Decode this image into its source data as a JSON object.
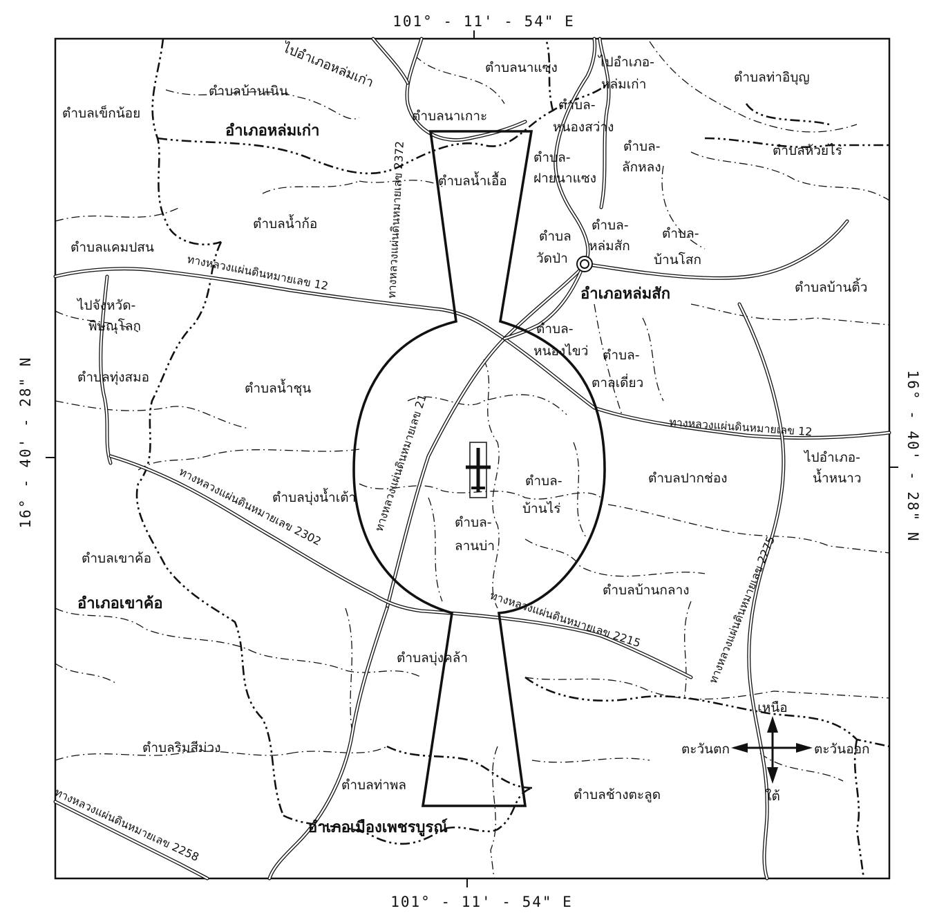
{
  "coordinates": {
    "top": "101° - 11' - 54\" E",
    "bottom": "101° - 11' - 54\" E",
    "left": "16° - 40' - 28\" N",
    "right": "16° - 40' - 28\" N"
  },
  "districts": {
    "lom_kao": "อำเภอหล่มเก่า",
    "lom_sak": "อำเภอหล่มสัก",
    "khao_kho": "อำเภอเขาค้อ",
    "mueang": "อำเภอเมืองเพชรบูรณ์"
  },
  "subdistricts": {
    "na_saeng": "ตำบลนาแซง",
    "tha_ibun": "ตำบลท่าอิบุญ",
    "ban_noen": "ตำบลบ้านเนิน",
    "sak_noi": "ตำบลเข็กน้อย",
    "na_ko": "ตำบลนาเกาะ",
    "nong_sawang_1": "ตำบล-",
    "nong_sawang_2": "หนองสว่าง",
    "huai_rai": "ตำบลห้วยไร่",
    "sak_long_1": "ตำบล-",
    "sak_long_2": "ลักหลง",
    "fai_na_saeng_1": "ตำบล-",
    "fai_na_saeng_2": "ฝายนาแซง",
    "nam_ue": "ตำบลน้ำเอื้อ",
    "nam_ko": "ตำบลน้ำก้อ",
    "khaem_son": "ตำบลแคมปสน",
    "wat_pa_1": "ตำบล",
    "wat_pa_2": "วัดป่า",
    "lom_sak_t_1": "ตำบล-",
    "lom_sak_t_2": "หล่มสัก",
    "ban_klok_1": "ตำบล-",
    "ban_klok_2": "บ้านโสก",
    "ban_tio": "ตำบลบ้านติ้ว",
    "nong_khwai_1": "ตำบล-",
    "nong_khwai_2": "หนองไขว่",
    "tan_diao_1": "ตำบล-",
    "tan_diao_2": "ตาลเดี่ยว",
    "thung_samo": "ตำบลทุ่งสมอ",
    "nam_chun": "ตำบลน้ำชุน",
    "pak_chong": "ตำบลปากช่อง",
    "ban_rai_1": "ตำบล-",
    "ban_rai_2": "บ้านไร่",
    "bung_nam_tao": "ตำบลบุ่งน้ำเต้า",
    "lan_ba_1": "ตำบล-",
    "lan_ba_2": "ลานบ่า",
    "khao_kho_t": "ตำบลเขาค้อ",
    "ban_klang": "ตำบลบ้านกลาง",
    "bung_khla": "ตำบลบุ่งคล้า",
    "rim_si_muang": "ตำบลริมสีม่วง",
    "tha_phon": "ตำบลท่าพล",
    "chang_talut": "ตำบลช้างตะลูด"
  },
  "places": {
    "to_lom_kao_road": "ไปอำเภอหล่มเก่า",
    "to_lom_kao_1": "ไปอำเภอ-",
    "to_lom_kao_2": "หล่มเก่า",
    "to_phitsanulok_1": "ไปจังหวัด-",
    "to_phitsanulok_2": "พิษณุโลก",
    "to_nam_nao_1": "ไปอำเภอ-",
    "to_nam_nao_2": "น้ำหนาว"
  },
  "roads": {
    "hwy_2372": "ทางหลวงแผ่นดินหมายเลข 2372",
    "hwy_12_west": "ทางหลวงแผ่นดินหมายเลข 12",
    "hwy_12_east": "ทางหลวงแผ่นดินหมายเลข 12",
    "hwy_21": "ทางหลวงแผ่นดินหมายเลข 21",
    "hwy_2302": "ทางหลวงแผ่นดินหมายเลข 2302",
    "hwy_2215": "ทางหลวงแผ่นดินหมายเลข 2215",
    "hwy_2275": "ทางหลวงแผ่นดินหมายเลข 2275",
    "hwy_2258": "ทางหลวงแผ่นดินหมายเลข 2258"
  },
  "compass": {
    "north": "เหนือ",
    "south": "ใต้",
    "west": "ตะวันตก",
    "east": "ตะวันออก"
  },
  "icons": {
    "airport": "airplane-icon",
    "district_office": "district-office-icon",
    "compass": "compass-rose-icon"
  }
}
